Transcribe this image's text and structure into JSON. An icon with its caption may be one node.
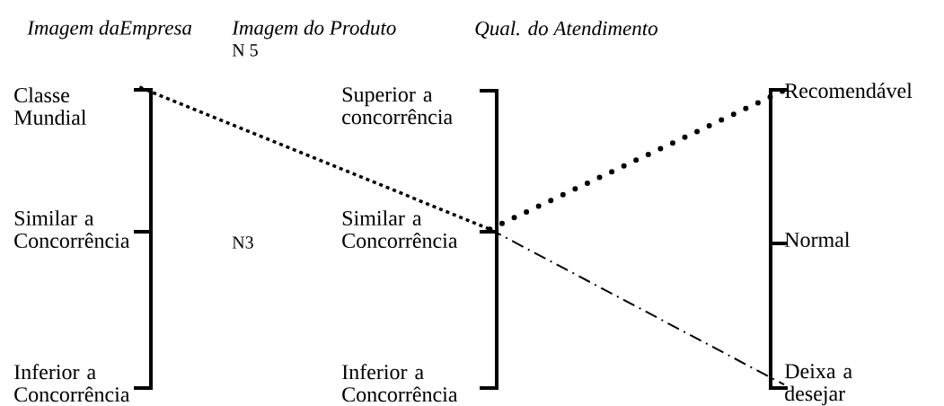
{
  "diagram": {
    "nodes": [
      {
        "text": [
          "Classe Mundial"
        ]
      },
      {
        "text": [
          "Similar a Concorrência"
        ]
      },
      {
        "text": [
          "Inferior a Concorrência"
        ]
      },
      {
        "text": [
          "Superior a concorrência"
        ]
      },
      {
        "text": [
          "Similar a Concorrência"
        ]
      },
      {
        "text": [
          "Inferior a Concorrência"
        ]
      },
      {
        "text": [
          "Recomendável"
        ]
      },
      {
        "text": [
          "Normal"
        ]
      },
      {
        "text": [
          "Deixa a desejar"
        ]
      }
    ],
    "edges": [
      {
        "from": 0,
        "to": 4,
        "arrow": "none",
        "style": "dashed"
      },
      {
        "from": 4,
        "to": 6,
        "arrow": "none",
        "style": "dashed"
      },
      {
        "from": 4,
        "to": 8,
        "arrow": "none",
        "style": "dashed"
      }
    ],
    "labels": [
      "Imagem daEmpresa",
      "Imagem do Produto",
      "Qual. do Atendimento",
      "N 5",
      "N3"
    ]
  }
}
